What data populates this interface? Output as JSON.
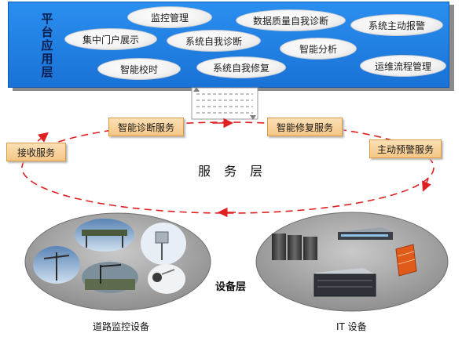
{
  "platform": {
    "title": "平台应用层",
    "items": [
      "监控管理",
      "数据质量自我诊断",
      "系统主动报警",
      "集中门户展示",
      "系统自我诊断",
      "智能分析",
      "智能校时",
      "系统自我修复",
      "运维流程管理"
    ]
  },
  "service_layer": {
    "label": "服 务 层",
    "services": [
      "智能诊断服务",
      "智能修复服务",
      "接收服务",
      "主动预警服务"
    ]
  },
  "device_layer": {
    "label": "设备层",
    "left_caption": "道路监控设备",
    "right_caption": "IT 设备"
  },
  "colors": {
    "platform_blue": "#1a7fe8",
    "service_box": "#f7cf95",
    "dashed_ring": "#e02020",
    "device_ellipse": "#a3a3a3"
  }
}
